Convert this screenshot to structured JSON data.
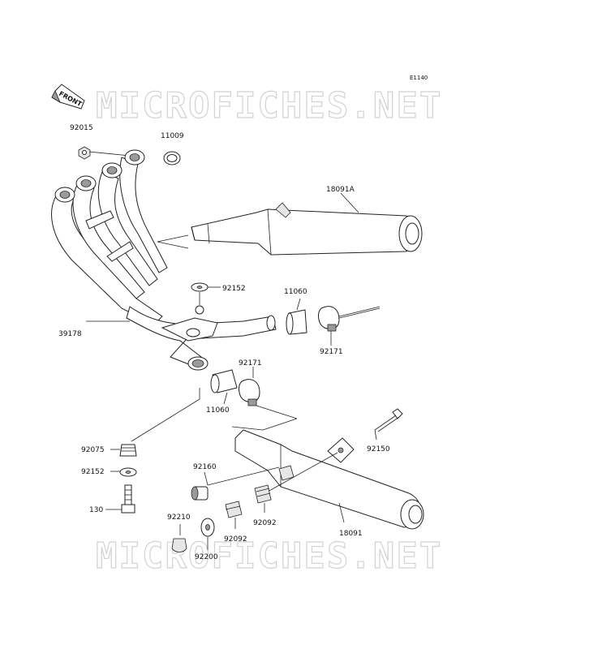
{
  "diagram_code": "E1140",
  "front_label": "FRONT",
  "watermark": "MICROFICHES.NET",
  "labels": [
    {
      "id": "92015",
      "text": "92015"
    },
    {
      "id": "11009",
      "text": "11009"
    },
    {
      "id": "18091A",
      "text": "18091A"
    },
    {
      "id": "92152a",
      "text": "92152"
    },
    {
      "id": "11060a",
      "text": "11060"
    },
    {
      "id": "39178",
      "text": "39178"
    },
    {
      "id": "92171a",
      "text": "92171"
    },
    {
      "id": "92171b",
      "text": "92171"
    },
    {
      "id": "11060b",
      "text": "11060"
    },
    {
      "id": "92150",
      "text": "92150"
    },
    {
      "id": "92075",
      "text": "92075"
    },
    {
      "id": "92152b",
      "text": "92152"
    },
    {
      "id": "92160",
      "text": "92160"
    },
    {
      "id": "130",
      "text": "130"
    },
    {
      "id": "92210",
      "text": "92210"
    },
    {
      "id": "92092a",
      "text": "92092"
    },
    {
      "id": "92092b",
      "text": "92092"
    },
    {
      "id": "18091",
      "text": "18091"
    },
    {
      "id": "92200",
      "text": "92200"
    }
  ]
}
